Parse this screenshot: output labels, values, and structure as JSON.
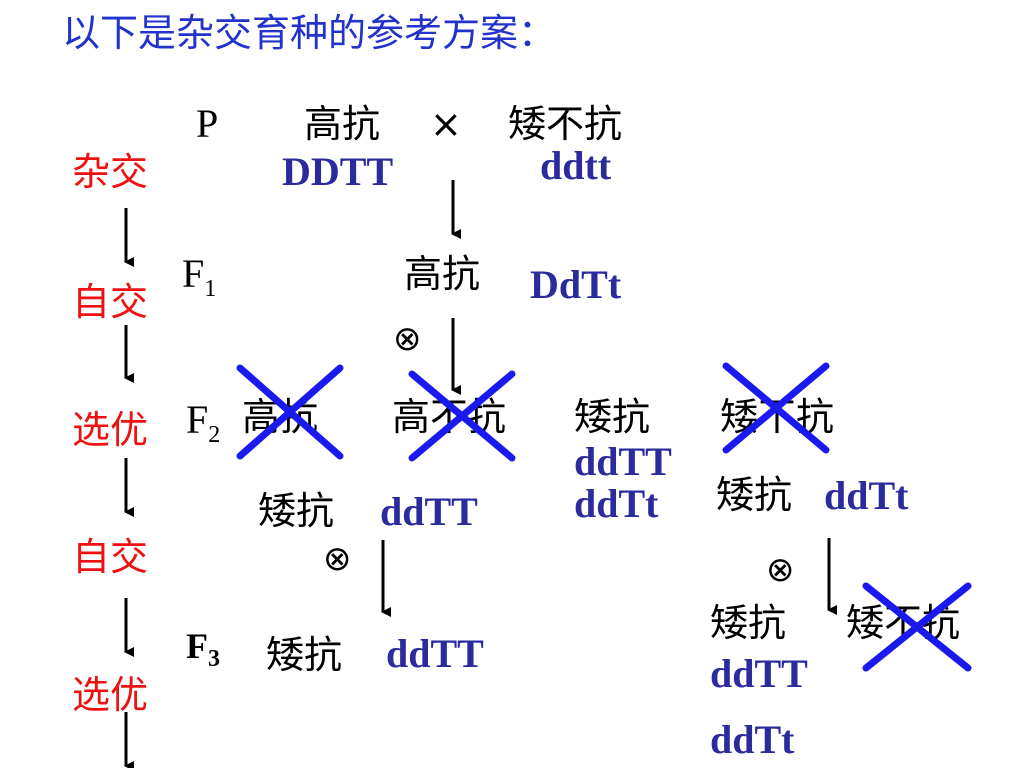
{
  "title": "以下是杂交育种的参考方案：",
  "steps": [
    "杂交",
    "自交",
    "选优",
    "自交",
    "选优"
  ],
  "generations": {
    "p": "P",
    "f1_letter": "F",
    "f1_sub": "1",
    "f2_letter": "F",
    "f2_sub": "2",
    "f3_letter": "F",
    "f3_sub": "3"
  },
  "p_row": {
    "parent1_phenotype": "高抗",
    "cross_symbol": "×",
    "parent2_phenotype": "矮不抗",
    "parent1_genotype": "DDTT",
    "parent2_genotype": "ddtt"
  },
  "f1_row": {
    "phenotype": "高抗",
    "genotype": "DdTt",
    "selfing_symbol": "⊗"
  },
  "f2_row": {
    "phenotypes": [
      "高抗",
      "高不抗",
      "矮抗",
      "矮不抗"
    ],
    "kept_genotypes": [
      "ddTT",
      "ddTt"
    ],
    "eliminated": [
      "高抗",
      "高不抗",
      "矮不抗"
    ]
  },
  "branch_left": {
    "phenotype": "矮抗",
    "genotype": "ddTT",
    "selfing_symbol": "⊗",
    "f3_phenotype": "矮抗",
    "f3_genotype": "ddTT"
  },
  "branch_right": {
    "phenotype": "矮抗",
    "genotype": "ddTt",
    "selfing_symbol": "⊗",
    "offspring": [
      "矮抗",
      "矮不抗"
    ],
    "offspring_genotypes": [
      "ddTT",
      "ddTt"
    ],
    "eliminated": [
      "矮不抗"
    ]
  },
  "colors": {
    "title": "#2233cc",
    "step_label": "#ee1111",
    "genotype": "#2b2b9e",
    "cross_mark": "#1a1aee",
    "arrow": "#000000"
  }
}
